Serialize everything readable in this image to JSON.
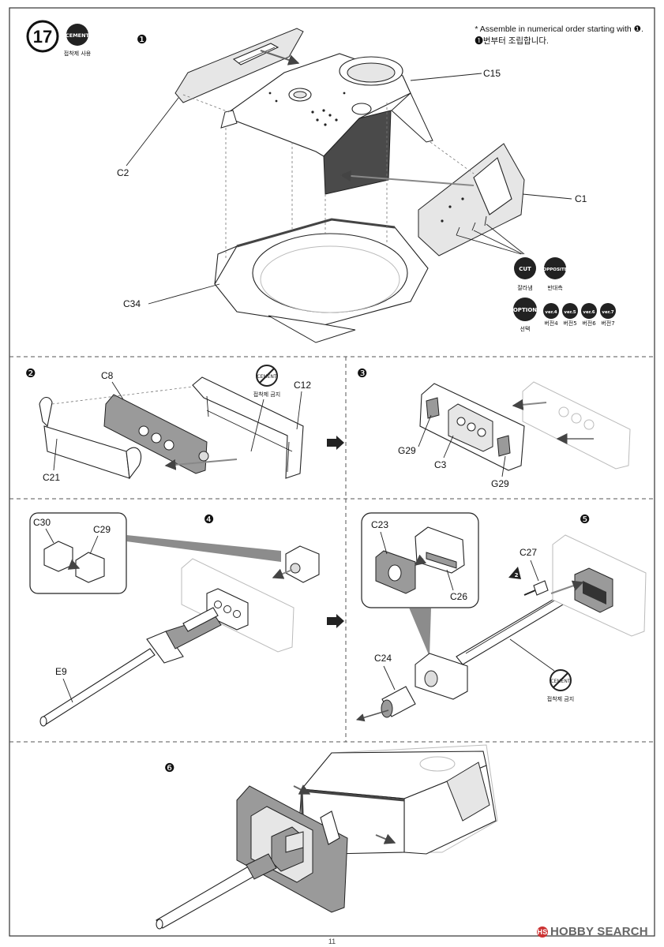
{
  "step": {
    "number": "17",
    "cement_label": "CEMENT",
    "cement_caption": "접착제 사용"
  },
  "note": {
    "line1": "* Assemble in numerical order starting with ❶.",
    "line2": "❶번부터 조립합니다."
  },
  "legend": {
    "cut": {
      "label": "CUT",
      "caption": "잘라냄"
    },
    "opposite": {
      "label": "OPPOSITE",
      "caption": "반대측"
    },
    "option": {
      "label": "OPTION",
      "caption": "선택"
    },
    "versions": [
      {
        "label": "ver.4",
        "caption": "버전4"
      },
      {
        "label": "ver.5",
        "caption": "버전5"
      },
      {
        "label": "ver.6",
        "caption": "버전6"
      },
      {
        "label": "ver.7",
        "caption": "버전7"
      }
    ]
  },
  "substeps": {
    "s1": "❶",
    "s2": "❷",
    "s3": "❸",
    "s4": "❹",
    "s5": "❺",
    "s6": "❻"
  },
  "no_cement": {
    "label": "CEMENT",
    "caption": "접착제 금지"
  },
  "parts": {
    "c15": "C15",
    "c2": "C2",
    "c1": "C1",
    "c34": "C34",
    "c8": "C8",
    "c12": "C12",
    "c21": "C21",
    "g29a": "G29",
    "c3": "C3",
    "g29b": "G29",
    "c30": "C30",
    "c29": "C29",
    "e9": "E9",
    "c23": "C23",
    "c26": "C26",
    "c27": "C27",
    "c24": "C24"
  },
  "callout_number": "2",
  "page_number": "11",
  "watermark": {
    "badge": "HS",
    "text": "HOBBY SEARCH"
  }
}
